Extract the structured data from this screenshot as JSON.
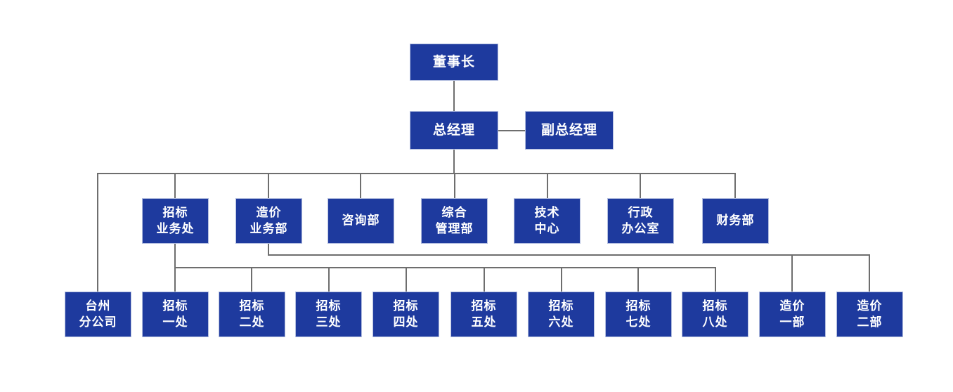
{
  "diagram_type": "org-chart",
  "colors": {
    "node_fill": "#1e3a9e",
    "node_text": "#ffffff",
    "node_border": "#b3bedf",
    "connector": "#6e6e6e",
    "background": "#ffffff"
  },
  "nodes": {
    "chairman": {
      "line1": "董事长"
    },
    "gm": {
      "line1": "总经理"
    },
    "deputy_gm": {
      "line1": "副总经理"
    },
    "dept_bidding": {
      "line1": "招标",
      "line2": "业务处"
    },
    "dept_costing": {
      "line1": "造价",
      "line2": "业务部"
    },
    "dept_consult": {
      "line1": "咨询部"
    },
    "dept_general": {
      "line1": "综合",
      "line2": "管理部"
    },
    "dept_tech": {
      "line1": "技术",
      "line2": "中心"
    },
    "dept_admin": {
      "line1": "行政",
      "line2": "办公室"
    },
    "dept_finance": {
      "line1": "财务部"
    },
    "branch_taizhou": {
      "line1": "台州",
      "line2": "分公司"
    },
    "bid_office_1": {
      "line1": "招标",
      "line2": "一处"
    },
    "bid_office_2": {
      "line1": "招标",
      "line2": "二处"
    },
    "bid_office_3": {
      "line1": "招标",
      "line2": "三处"
    },
    "bid_office_4": {
      "line1": "招标",
      "line2": "四处"
    },
    "bid_office_5": {
      "line1": "招标",
      "line2": "五处"
    },
    "bid_office_6": {
      "line1": "招标",
      "line2": "六处"
    },
    "bid_office_7": {
      "line1": "招标",
      "line2": "七处"
    },
    "bid_office_8": {
      "line1": "招标",
      "line2": "八处"
    },
    "cost_dept_1": {
      "line1": "造价",
      "line2": "一部"
    },
    "cost_dept_2": {
      "line1": "造价",
      "line2": "二部"
    }
  },
  "edges": [
    {
      "from": "chairman",
      "to": "gm"
    },
    {
      "from": "gm",
      "to": "deputy_gm"
    },
    {
      "from": "gm",
      "to": "branch_taizhou"
    },
    {
      "from": "gm",
      "to": "dept_bidding"
    },
    {
      "from": "gm",
      "to": "dept_costing"
    },
    {
      "from": "gm",
      "to": "dept_consult"
    },
    {
      "from": "gm",
      "to": "dept_general"
    },
    {
      "from": "gm",
      "to": "dept_tech"
    },
    {
      "from": "gm",
      "to": "dept_admin"
    },
    {
      "from": "gm",
      "to": "dept_finance"
    },
    {
      "from": "dept_bidding",
      "to": "bid_office_1"
    },
    {
      "from": "dept_bidding",
      "to": "bid_office_2"
    },
    {
      "from": "dept_bidding",
      "to": "bid_office_3"
    },
    {
      "from": "dept_bidding",
      "to": "bid_office_4"
    },
    {
      "from": "dept_bidding",
      "to": "bid_office_5"
    },
    {
      "from": "dept_bidding",
      "to": "bid_office_6"
    },
    {
      "from": "dept_bidding",
      "to": "bid_office_7"
    },
    {
      "from": "dept_bidding",
      "to": "bid_office_8"
    },
    {
      "from": "dept_costing",
      "to": "cost_dept_1"
    },
    {
      "from": "dept_costing",
      "to": "cost_dept_2"
    }
  ]
}
